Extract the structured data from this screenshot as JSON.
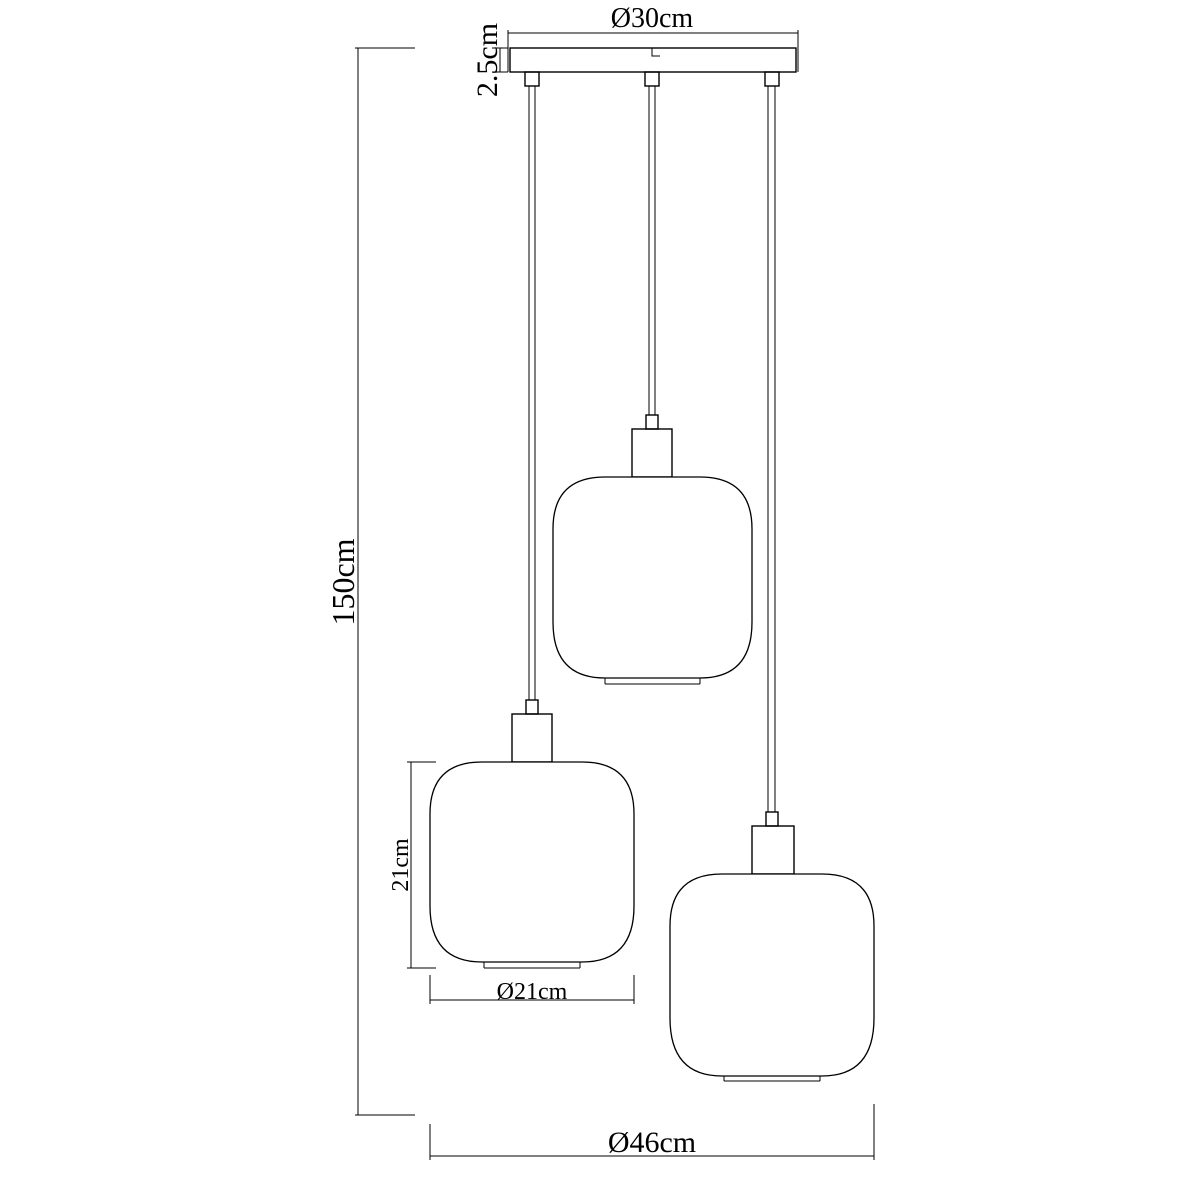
{
  "dimensions": {
    "canopy_diameter": "Ø30cm",
    "canopy_height": "2.5cm",
    "total_height": "150cm",
    "shade_height": "21cm",
    "shade_diameter": "Ø21cm",
    "overall_diameter": "Ø46cm"
  }
}
